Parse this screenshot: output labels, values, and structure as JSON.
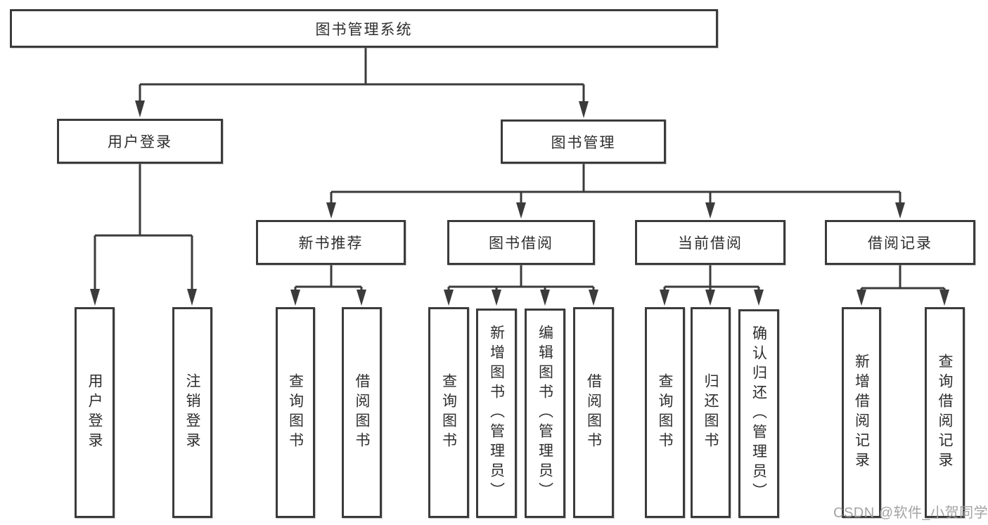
{
  "diagram": {
    "type": "hierarchy-tree",
    "colors": {
      "line": "#3b3b3b",
      "box_border": "#3b3b3b",
      "text": "#2e2e2e",
      "background": "#ffffff",
      "watermark": "#9e9e9e"
    },
    "nodes": {
      "root": "图书管理系统",
      "level2": [
        "用户登录",
        "图书管理"
      ],
      "level3": [
        "新书推荐",
        "图书借阅",
        "当前借阅",
        "借阅记录"
      ],
      "login_children": [
        "用户登录",
        "注销登录"
      ],
      "recommend_children": [
        "查询图书",
        "借阅图书"
      ],
      "borrow_children": [
        "查询图书",
        "新增图书（管理员）",
        "编辑图书（管理员）",
        "借阅图书"
      ],
      "current_children": [
        "查询图书",
        "归还图书",
        "确认归还（管理员）"
      ],
      "record_children": [
        "新增借阅记录",
        "查询借阅记录"
      ]
    }
  },
  "watermark": {
    "text": "CSDN @软件_小贺同学"
  }
}
